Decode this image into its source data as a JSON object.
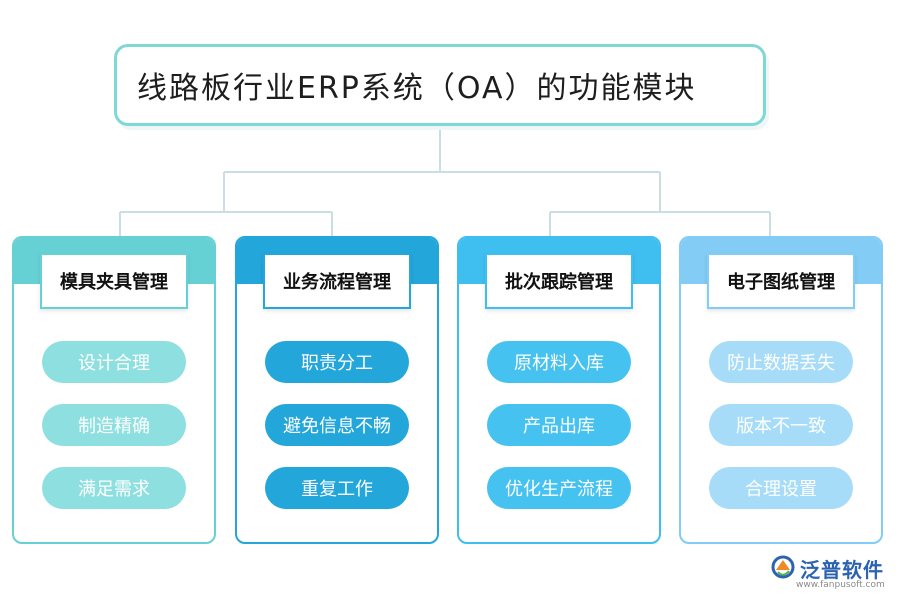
{
  "title": "线路板行业ERP系统（OA）的功能模块",
  "modules": [
    {
      "title": "模具夹具管理",
      "items": [
        "设计合理",
        "制造精确",
        "满足需求"
      ]
    },
    {
      "title": "业务流程管理",
      "items": [
        "职责分工",
        "避免信息不畅",
        "重复工作"
      ]
    },
    {
      "title": "批次跟踪管理",
      "items": [
        "原材料入库",
        "产品出库",
        "优化生产流程"
      ]
    },
    {
      "title": "电子图纸管理",
      "items": [
        "防止数据丢失",
        "版本不一致",
        "合理设置"
      ]
    }
  ],
  "logo": {
    "name": "泛普软件",
    "url": "www.fanpusoft.com"
  },
  "colors": {
    "connector": "#c9dde4",
    "title_border": "#7ed8d6",
    "module_1": "#66d1d4",
    "module_2": "#23a6da",
    "module_3": "#3fbef0",
    "module_4": "#82ccf5",
    "logo": "#2b63b2"
  }
}
